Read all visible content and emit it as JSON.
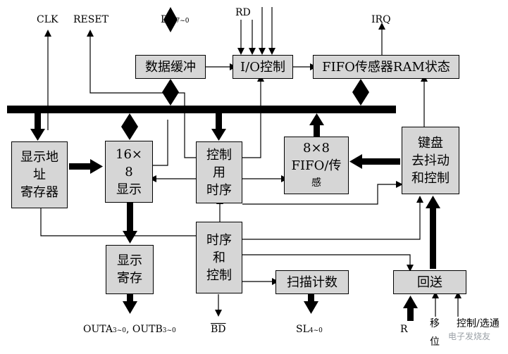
{
  "blocks": {
    "data_buffer": "数据缓冲",
    "io_control": "I/O控制",
    "fifo_sensor_ram_status": "FIFO传感器RAM状态",
    "display_address_register": [
      "显示地",
      "址",
      "寄存器"
    ],
    "display_16x8": [
      "16×",
      "8",
      "显示"
    ],
    "control_timing": [
      "控制",
      "用",
      "时序"
    ],
    "fifo_8x8_sensor": [
      "8×8",
      "FIFO/传",
      "感"
    ],
    "keyboard_debounce_control": [
      "键盘",
      "去抖动",
      "和控制"
    ],
    "display_register": [
      "显示",
      "寄存"
    ],
    "timing_and_control": [
      "时序",
      "和",
      "控制"
    ],
    "scan_counter": "扫描计数",
    "return_loop": "回送"
  },
  "signals": {
    "clk": "CLK",
    "reset": "RESET",
    "db_main": "DB",
    "db_sub": "7~0",
    "rd": "RD",
    "irq": "IRQ",
    "outa_main": "OUTA",
    "outa_sub": "3~0",
    "outb_main": ", OUTB",
    "outb_sub": "3~0",
    "bd": "BD",
    "sl_main": "SL",
    "sl_sub": "4~0",
    "r": "R",
    "shift_top": "移",
    "shift_bottom": "位",
    "control_strobe": "控制/选通"
  },
  "watermark": "电子发烧友"
}
